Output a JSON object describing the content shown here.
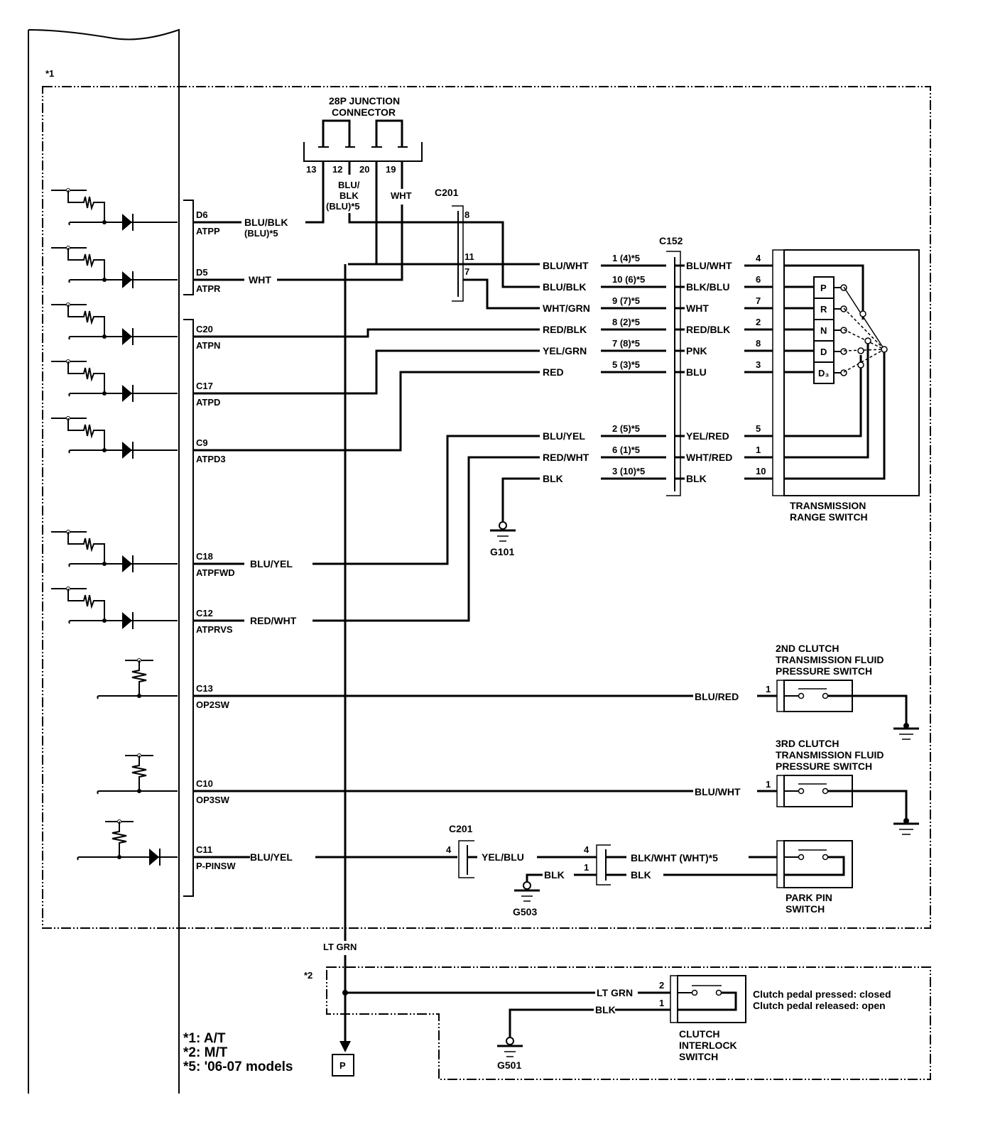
{
  "notes": {
    "star1_marker": "*1",
    "star2_marker": "*2",
    "legend": [
      "*1: A/T",
      "*2: M/T",
      "*5: '06-07 models"
    ]
  },
  "junction_connector": {
    "title_line1": "28P JUNCTION",
    "title_line2": "CONNECTOR",
    "pins": [
      "13",
      "12",
      "20",
      "19"
    ],
    "wire_12_line1": "BLU/",
    "wire_12_line2": "BLK",
    "wire_12_line3": "(BLU)*5",
    "wire_19": "WHT"
  },
  "ecm_terminals": [
    {
      "pin": "D6",
      "signal": "ATPP",
      "wire_line1": "BLU/BLK",
      "wire_line2": "(BLU)*5"
    },
    {
      "pin": "D5",
      "signal": "ATPR",
      "wire_line1": "WHT",
      "wire_line2": ""
    },
    {
      "pin": "C20",
      "signal": "ATPN",
      "wire_line1": "",
      "wire_line2": ""
    },
    {
      "pin": "C17",
      "signal": "ATPD",
      "wire_line1": "",
      "wire_line2": ""
    },
    {
      "pin": "C9",
      "signal": "ATPD3",
      "wire_line1": "",
      "wire_line2": ""
    },
    {
      "pin": "C18",
      "signal": "ATPFWD",
      "wire_line1": "BLU/YEL",
      "wire_line2": ""
    },
    {
      "pin": "C12",
      "signal": "ATPRVS",
      "wire_line1": "RED/WHT",
      "wire_line2": ""
    },
    {
      "pin": "C13",
      "signal": "OP2SW",
      "wire_line1": "",
      "wire_line2": ""
    },
    {
      "pin": "C10",
      "signal": "OP3SW",
      "wire_line1": "",
      "wire_line2": ""
    },
    {
      "pin": "C11",
      "signal": "P-PINSW",
      "wire_line1": "BLU/YEL",
      "wire_line2": ""
    }
  ],
  "c201_top": {
    "label": "C201",
    "pins": [
      "8",
      "11",
      "7"
    ]
  },
  "c152": {
    "label": "C152",
    "rows": [
      {
        "left_wire": "BLU/WHT",
        "pin": "1 (4)*5",
        "right_wire": "BLU/WHT",
        "switch_pin": "4"
      },
      {
        "left_wire": "BLU/BLK",
        "pin": "10 (6)*5",
        "right_wire": "BLK/BLU",
        "switch_pin": "6"
      },
      {
        "left_wire": "WHT/GRN",
        "pin": "9 (7)*5",
        "right_wire": "WHT",
        "switch_pin": "7"
      },
      {
        "left_wire": "RED/BLK",
        "pin": "8 (2)*5",
        "right_wire": "RED/BLK",
        "switch_pin": "2"
      },
      {
        "left_wire": "YEL/GRN",
        "pin": "7 (8)*5",
        "right_wire": "PNK",
        "switch_pin": "8"
      },
      {
        "left_wire": "RED",
        "pin": "5 (3)*5",
        "right_wire": "BLU",
        "switch_pin": "3"
      },
      {
        "left_wire": "BLU/YEL",
        "pin": "2 (5)*5",
        "right_wire": "YEL/RED",
        "switch_pin": "5"
      },
      {
        "left_wire": "RED/WHT",
        "pin": "6 (1)*5",
        "right_wire": "WHT/RED",
        "switch_pin": "1"
      },
      {
        "left_wire": "BLK",
        "pin": "3 (10)*5",
        "right_wire": "BLK",
        "switch_pin": "10"
      }
    ]
  },
  "transmission_range_switch": {
    "label_line1": "TRANSMISSION",
    "label_line2": "RANGE SWITCH",
    "positions": [
      "P",
      "R",
      "N",
      "D",
      "D3"
    ]
  },
  "grounds": {
    "g101": "G101",
    "g503": "G503",
    "g501": "G501"
  },
  "clutch_2nd": {
    "title": [
      "2ND CLUTCH",
      "TRANSMISSION FLUID",
      "PRESSURE SWITCH"
    ],
    "wire": "BLU/RED",
    "pin": "1"
  },
  "clutch_3rd": {
    "title": [
      "3RD CLUTCH",
      "TRANSMISSION FLUID",
      "PRESSURE SWITCH"
    ],
    "wire": "BLU/WHT",
    "pin": "1"
  },
  "park_pin": {
    "c201_label": "C201",
    "c201_pin": "4",
    "wire_after_c201": "YEL/BLU",
    "conn_pins": [
      "4",
      "1"
    ],
    "ground_wire": "BLK",
    "wire_top": "BLK/WHT (WHT)*5",
    "wire_bottom": "BLK",
    "label_line1": "PARK PIN",
    "label_line2": "SWITCH"
  },
  "lt_grn": {
    "wire": "LT GRN",
    "terminal": "P"
  },
  "clutch_interlock": {
    "wire_top": "LT GRN",
    "wire_bottom": "BLK",
    "pins": [
      "2",
      "1"
    ],
    "label": [
      "CLUTCH",
      "INTERLOCK",
      "SWITCH"
    ],
    "note_line1": "Clutch pedal pressed: closed",
    "note_line2": "Clutch pedal released: open"
  }
}
